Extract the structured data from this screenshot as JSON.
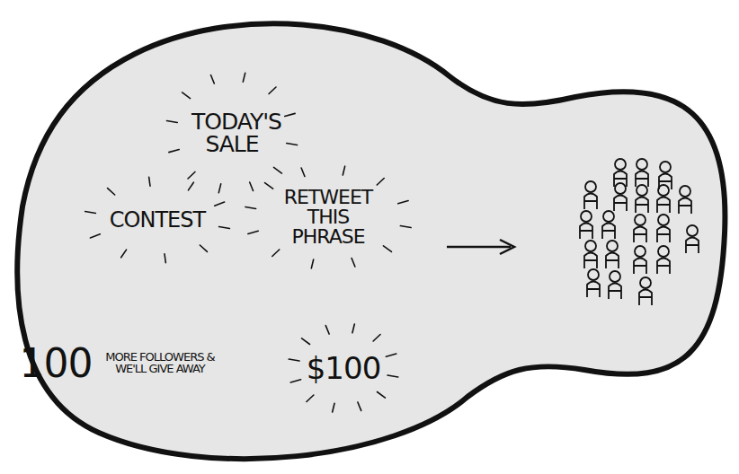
{
  "diagram": {
    "labels": [
      "TODAY'S SALE",
      "CONTEST",
      "RETWEET THIS PHRASE",
      "100",
      "MORE FOLLOWERS & WE'LL GIVE AWAY",
      "$100"
    ]
  }
}
